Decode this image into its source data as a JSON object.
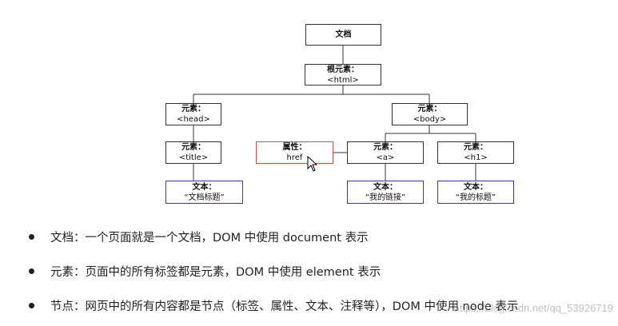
{
  "diagram": {
    "nodes": {
      "document": {
        "line1": "文档",
        "line2": ""
      },
      "root": {
        "line1": "根元素：",
        "line2": "<html>"
      },
      "head": {
        "line1": "元素：",
        "line2": "<head>"
      },
      "body": {
        "line1": "元素：",
        "line2": "<body>"
      },
      "title": {
        "line1": "元素：",
        "line2": "<title>"
      },
      "attr": {
        "line1": "属性：",
        "line2": "href"
      },
      "a": {
        "line1": "元素：",
        "line2": "<a>"
      },
      "h1": {
        "line1": "元素：",
        "line2": "<h1>"
      },
      "text_title": {
        "line1": "文本：",
        "line2": "“文档标题”"
      },
      "text_a": {
        "line1": "文本：",
        "line2": "“我的链接”"
      },
      "text_h1": {
        "line1": "文本：",
        "line2": "“我的标题”"
      }
    }
  },
  "bullets": [
    "文档：一个页面就是一个文档，DOM 中使用 document 表示",
    "元素：页面中的所有标签都是元素，DOM 中使用 element 表示",
    "节点：网页中的所有内容都是节点（标签、属性、文本、注释等），DOM 中使用 node 表示"
  ],
  "watermark": "https://blog.csdn.net/qq_53926719"
}
